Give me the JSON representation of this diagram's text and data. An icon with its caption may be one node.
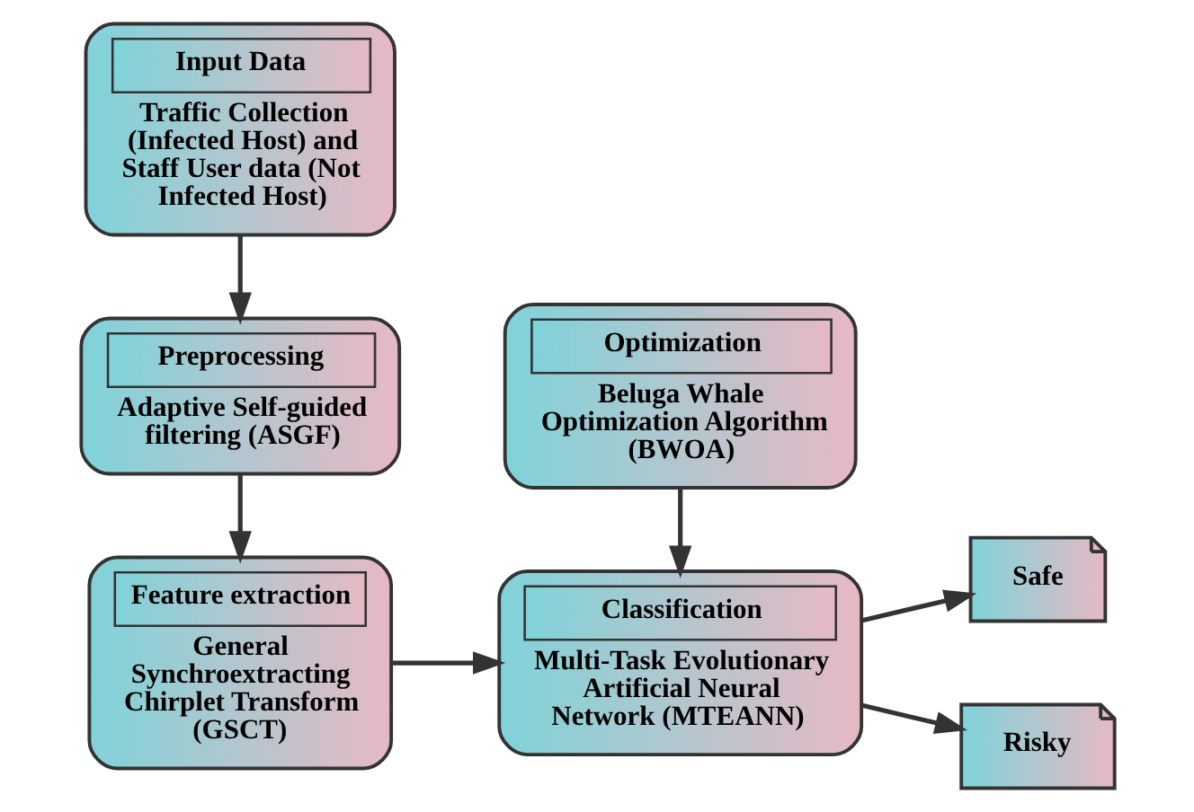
{
  "diagram": {
    "nodes": [
      {
        "text": [
          "Input Data",
          "Traffic Collection (Infected Host) and Staff User data (Not Infected Host)"
        ]
      },
      {
        "text": [
          "Preprocessing",
          "Adaptive Self-guided filtering (ASGF)"
        ]
      },
      {
        "text": [
          "Feature extraction",
          "General Synchroextracting Chirplet Transform (GSCT)"
        ]
      },
      {
        "text": [
          "Optimization",
          "Beluga Whale Optimization Algorithm (BWOA)"
        ]
      },
      {
        "text": [
          "Classification",
          "Multi-Task Evolutionary Artificial Neural Network (MTEANN)"
        ]
      },
      {
        "text": [
          "Safe"
        ]
      },
      {
        "text": [
          "Risky"
        ]
      }
    ],
    "edges": [
      {
        "from": 0,
        "to": 1,
        "arrow": "to"
      },
      {
        "from": 1,
        "to": 2,
        "arrow": "to"
      },
      {
        "from": 2,
        "to": 4,
        "arrow": "to"
      },
      {
        "from": 3,
        "to": 4,
        "arrow": "to"
      },
      {
        "from": 4,
        "to": 5,
        "arrow": "to"
      },
      {
        "from": 4,
        "to": 6,
        "arrow": "to"
      }
    ]
  }
}
